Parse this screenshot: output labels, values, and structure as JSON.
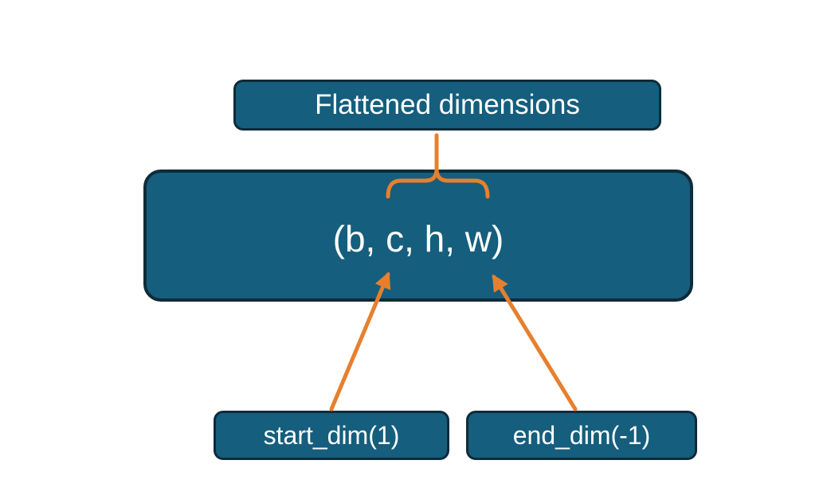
{
  "diagram": {
    "title_box": {
      "label": "Flattened dimensions"
    },
    "tuple_box": {
      "label": "(b, c, h, w)"
    },
    "start_dim_box": {
      "label": "start_dim(1)"
    },
    "end_dim_box": {
      "label": "end_dim(-1)"
    },
    "colors": {
      "box_fill": "#155e7d",
      "box_border": "#0e2b3a",
      "text": "#ffffff",
      "accent": "#e6802e",
      "background": "#ffffff"
    }
  }
}
